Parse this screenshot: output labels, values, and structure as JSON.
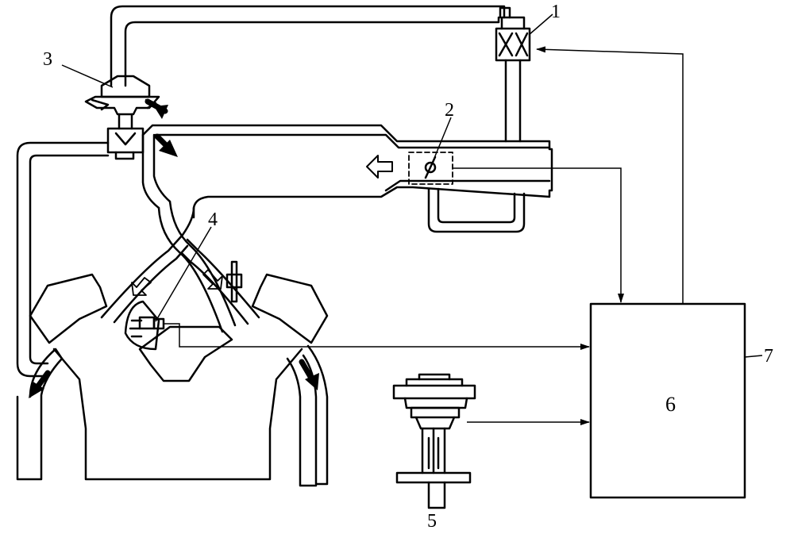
{
  "diagram": {
    "stroke_color": "#000000",
    "background_color": "#ffffff",
    "labels": {
      "l1": "1",
      "l2": "2",
      "l3": "3",
      "l4": "4",
      "l5": "5",
      "l6": "6",
      "l7": "7"
    }
  }
}
